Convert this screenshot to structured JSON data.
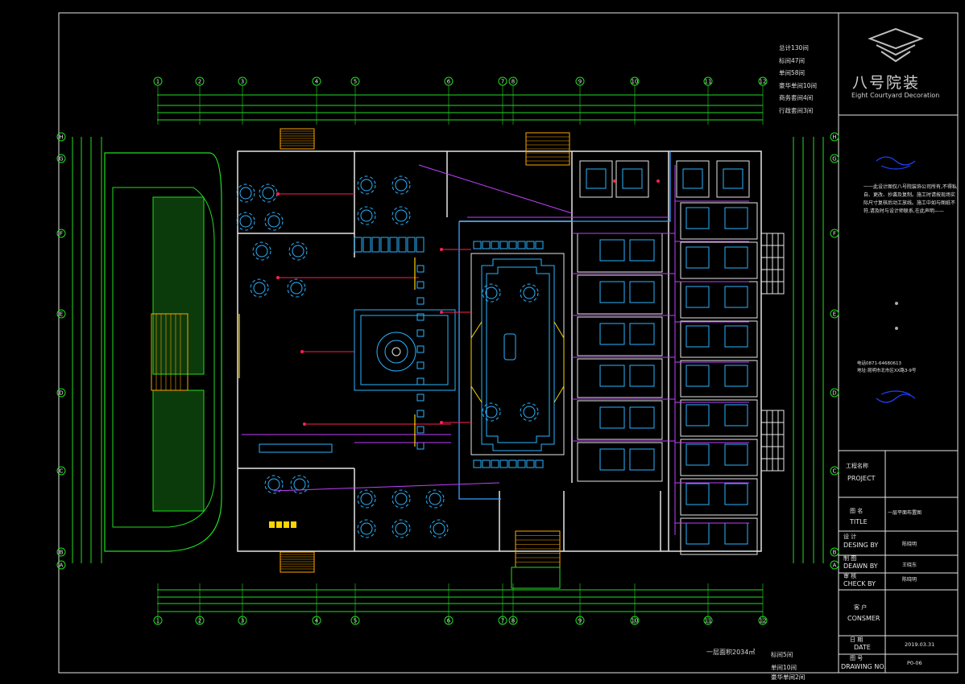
{
  "summary_top": [
    "总计130间",
    "标间47间",
    "单间58间",
    "豪华单间10间",
    "商务套间4间",
    "行政套间3间"
  ],
  "summary_bottom": [
    "标间5间",
    "单间10间",
    "豪华单间2间"
  ],
  "floor_area": "一层面积2034㎡",
  "grid": {
    "columns": [
      "1",
      "2",
      "3",
      "4",
      "5",
      "6",
      "7",
      "8",
      "9",
      "10",
      "11",
      "12"
    ],
    "rows": [
      "H",
      "G",
      "F",
      "E",
      "D",
      "C",
      "B",
      "A"
    ]
  },
  "company": {
    "name": "八号院装",
    "english": "Eight Courtyard Decoration"
  },
  "notes": "一一此设计图仅八号院装饰公司所有,不得私自、更改、抄袭及复制。施工时请按现场实际尺寸复核后动工放线。施工中如与图纸不符,请及时与设计师联系,在此声明——",
  "contact": [
    "电话0871-64680613",
    "地址:昆明市北市区XX路3-9号"
  ],
  "title_block": {
    "project": {
      "cn": "工程名称",
      "en": "PROJECT",
      "value": ""
    },
    "title": {
      "cn": "图 名",
      "en": "TITLE",
      "value": "一层平面布置图"
    },
    "design": {
      "cn": "设 计",
      "en": "DESING BY",
      "value": "陈晓明"
    },
    "drawn": {
      "cn": "制 图",
      "en": "DEAWN BY",
      "value": "王晓东"
    },
    "check": {
      "cn": "审 核",
      "en": "CHECK BY",
      "value": "陈晓明"
    },
    "consumer": {
      "cn": "客 户",
      "en": "CONSMER",
      "value": ""
    },
    "date": {
      "cn": "日 期",
      "en": "DATE",
      "value": "2019.03.31"
    },
    "drawing_no": {
      "cn": "图 号",
      "en": "DRAWING NO.",
      "value": "P0-06"
    }
  },
  "colors": {
    "wall": "#e6e6e6",
    "dim": "#22dd22",
    "pipe": "#c040ff",
    "water": "#3aa0ff",
    "leader": "#ff2050",
    "furniture": "#2ab4ff",
    "stair": "#ffa500"
  }
}
